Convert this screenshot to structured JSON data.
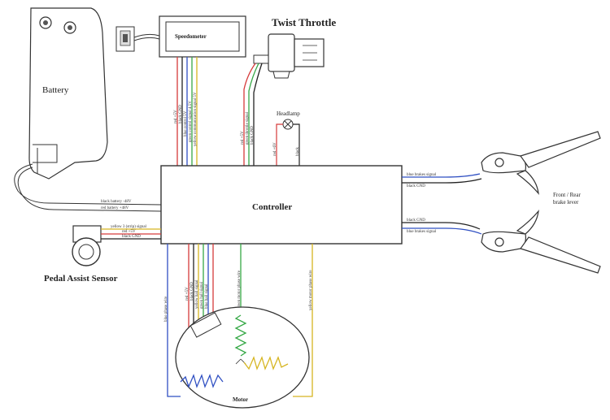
{
  "labels": {
    "battery": "Battery",
    "speedometer": "Speedometer",
    "twist_throttle": "Twist Throttle",
    "headlamp": "Headlamp",
    "controller": "Controller",
    "brake_levers": "Front / Rear brake lever",
    "pedal_assist": "Pedal Assist Sensor",
    "motor": "Motor"
  },
  "wire_labels": {
    "battery_pos": "black battery -48V",
    "battery_neg": "red battery +48V",
    "pas": [
      "yellow 3 (strip) signal",
      "red +5V",
      "black GND"
    ],
    "brake_top": [
      "blue brakes signal",
      "black GND"
    ],
    "brake_bottom": [
      "black GND",
      "blue brakes signal"
    ],
    "speedo": [
      "red +5V",
      "black GND",
      "blue control 5V",
      "green control signal 4.5V",
      "yellow communication signal 5V"
    ],
    "throttle": [
      "red +5V",
      "green throttle signal",
      "black GND"
    ],
    "headlamp": [
      "red +6V",
      "black"
    ],
    "motor_left": [
      "blue phase wire",
      "red +5V",
      "black GND",
      "yellow hall signal",
      "green hall signal",
      "blue hall signal"
    ],
    "motor_mid": "green motor phase wire",
    "motor_right": "yellow motor phase wire"
  },
  "colors": {
    "line": "#333333",
    "red": "#d63a3a",
    "blue": "#2f4fc2",
    "green": "#35a845",
    "yellow": "#d6b520",
    "black": "#222222"
  }
}
